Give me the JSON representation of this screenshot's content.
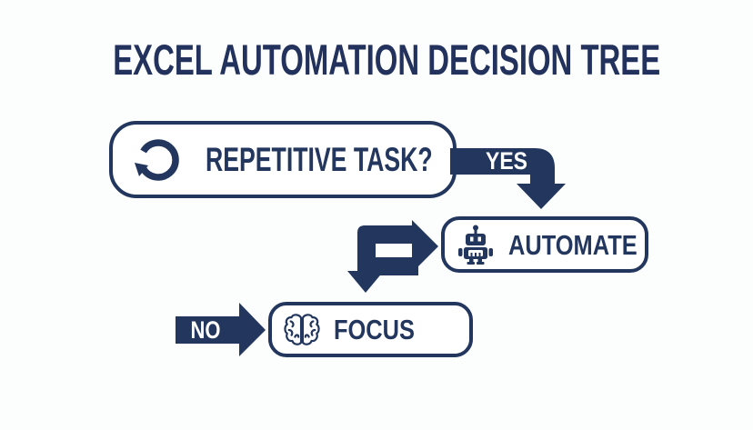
{
  "title": "EXCEL AUTOMATION DECISION TREE",
  "colors": {
    "navy": "#22365e",
    "title_text": "#22325c",
    "background": "#fcfdfd",
    "node_fill": "#ffffff",
    "arrow_label_text": "#ffffff"
  },
  "nodes": {
    "question": {
      "label": "REPETITIVE TASK?",
      "icon": "refresh-loop-icon"
    },
    "automate": {
      "label": "AUTOMATE",
      "icon": "robot-icon"
    },
    "focus": {
      "label": "FOCUS",
      "icon": "brain-icon"
    }
  },
  "connectors": {
    "yes": {
      "label": "YES"
    },
    "no": {
      "label": "NO"
    }
  }
}
